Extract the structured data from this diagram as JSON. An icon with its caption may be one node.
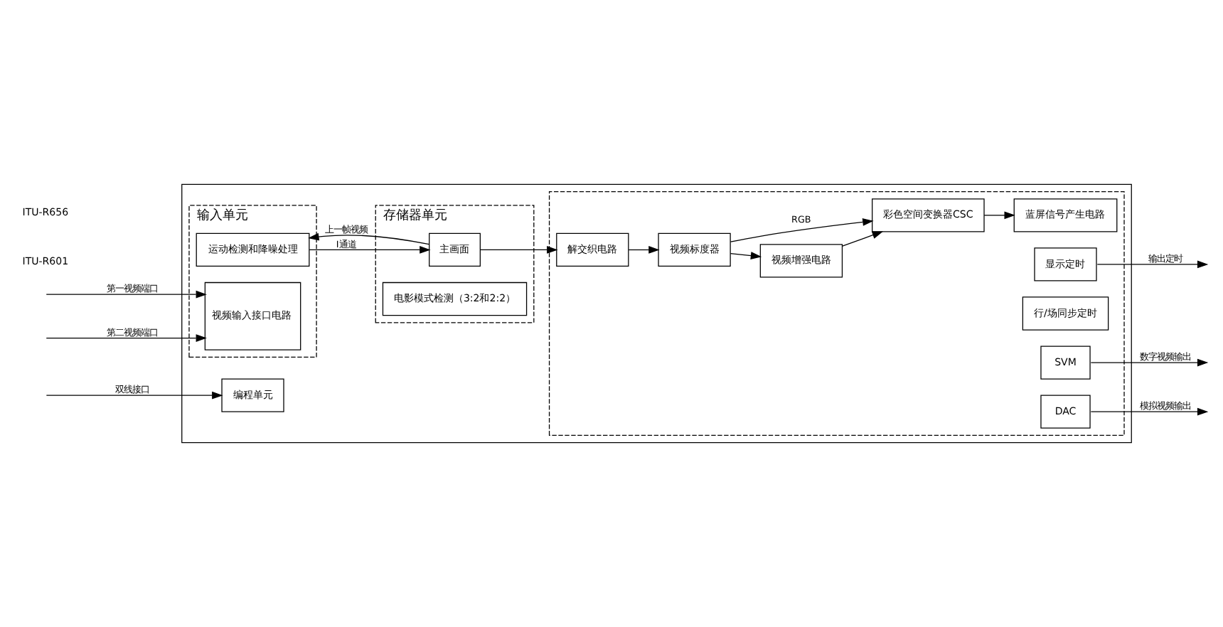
{
  "diagram": {
    "nodes": [
      {
        "text": [],
        "shape": "box"
      },
      {
        "text": [
          "输入单元"
        ],
        "in": 0
      },
      {
        "text": [
          "运动检测和降噪处理"
        ],
        "in": 1
      },
      {
        "text": [
          "视频输入接口电路"
        ],
        "in": 1
      },
      {
        "text": [
          "存储器单元"
        ],
        "in": 0
      },
      {
        "text": [
          "主画面"
        ],
        "in": 4
      },
      {
        "text": [
          "电影模式检测（3:2和2:2）"
        ],
        "in": 4
      },
      {
        "text": [],
        "shape": "box",
        "in": 0
      },
      {
        "text": [
          "解交织电路"
        ],
        "in": 7
      },
      {
        "text": [
          "视频标度器"
        ],
        "in": 7
      },
      {
        "text": [
          "视频增强电路"
        ],
        "in": 7
      },
      {
        "text": [
          "彩色空间变换器CSC"
        ],
        "in": 7
      },
      {
        "text": [
          "显示定时"
        ],
        "in": 7
      },
      {
        "text": [
          "蓝屏信号产生电路"
        ],
        "in": 7
      },
      {
        "text": [
          "行/场同步定时"
        ],
        "in": 7
      },
      {
        "text": [
          "SVM"
        ],
        "in": 7
      },
      {
        "text": [
          "DAC"
        ],
        "in": 7
      },
      {
        "text": [
          "编程单元"
        ],
        "in": 0
      }
    ],
    "edges": [
      {
        "from": null,
        "to": 3,
        "arrow": "to",
        "label": "第一视频端口"
      },
      {
        "from": null,
        "to": 3,
        "arrow": "to",
        "label": "第二视频端口"
      },
      {
        "from": null,
        "to": 17,
        "arrow": "to",
        "label": "双线接口"
      },
      {
        "from": 5,
        "to": 2,
        "arrow": "to",
        "label": "上一帧视频"
      },
      {
        "from": 2,
        "to": 5,
        "arrow": "to",
        "label": "I通道"
      },
      {
        "from": 5,
        "to": 8,
        "arrow": "to"
      },
      {
        "from": 8,
        "to": 9,
        "arrow": "to"
      },
      {
        "from": 9,
        "to": 10,
        "arrow": "to"
      },
      {
        "from": 9,
        "to": 11,
        "arrow": "to",
        "label": "RGB"
      },
      {
        "from": 10,
        "to": 11,
        "arrow": "to"
      },
      {
        "from": 11,
        "to": 13,
        "arrow": "to"
      },
      {
        "from": 12,
        "to": null,
        "arrow": "to",
        "label": "输出定时"
      },
      {
        "from": 15,
        "to": null,
        "arrow": "to",
        "label": "数字视频输出"
      },
      {
        "from": 16,
        "to": null,
        "arrow": "to",
        "label": "模拟视频输出"
      }
    ],
    "labels": [
      "ITU-R601",
      "ITU-R656"
    ]
  }
}
